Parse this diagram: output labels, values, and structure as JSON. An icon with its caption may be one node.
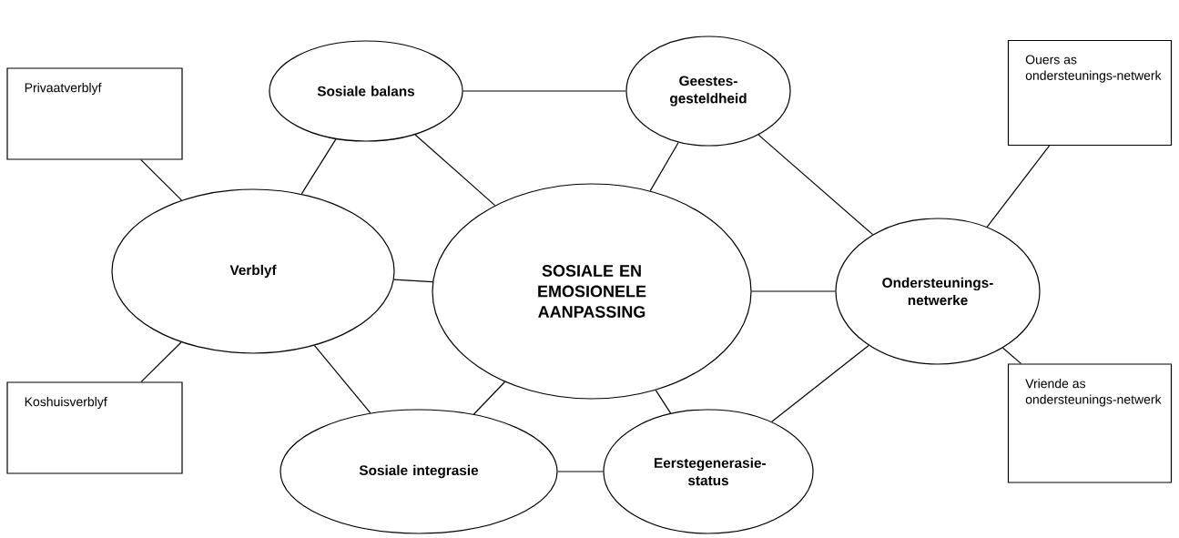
{
  "diagram": {
    "nodes": [
      {
        "text": [
          "Sosiale balans"
        ]
      },
      {
        "text": [
          "Geestes-gesteldheid"
        ]
      },
      {
        "text": [
          "Privaatverblyf"
        ]
      },
      {
        "text": [
          "Ouers as ondersteunings-netwerk"
        ]
      },
      {
        "text": [
          "Verblyf"
        ]
      },
      {
        "text": [
          "SOSIALE EN EMOSIONELE AANPASSING"
        ]
      },
      {
        "text": [
          "Ondersteunings-netwerke"
        ]
      },
      {
        "text": [
          "Koshuisverblyf"
        ]
      },
      {
        "text": [
          "Vriende as ondersteunings-netwerk"
        ]
      },
      {
        "text": [
          "Sosiale integrasie"
        ]
      },
      {
        "text": [
          "Eerstegenerasie-status"
        ]
      }
    ],
    "edges": [
      {
        "from": 5,
        "to": 0,
        "arrow": "none"
      },
      {
        "from": 5,
        "to": 1,
        "arrow": "none"
      },
      {
        "from": 5,
        "to": 4,
        "arrow": "none"
      },
      {
        "from": 5,
        "to": 6,
        "arrow": "none"
      },
      {
        "from": 5,
        "to": 9,
        "arrow": "none"
      },
      {
        "from": 5,
        "to": 10,
        "arrow": "none"
      },
      {
        "from": 0,
        "to": 1,
        "arrow": "none"
      },
      {
        "from": 0,
        "to": 4,
        "arrow": "none"
      },
      {
        "from": 1,
        "to": 6,
        "arrow": "none"
      },
      {
        "from": 6,
        "to": 10,
        "arrow": "none"
      },
      {
        "from": 10,
        "to": 9,
        "arrow": "none"
      },
      {
        "from": 9,
        "to": 4,
        "arrow": "none"
      },
      {
        "from": 2,
        "to": 4,
        "arrow": "none"
      },
      {
        "from": 7,
        "to": 4,
        "arrow": "none"
      },
      {
        "from": 3,
        "to": 6,
        "arrow": "none"
      },
      {
        "from": 8,
        "to": 6,
        "arrow": "none"
      }
    ]
  }
}
